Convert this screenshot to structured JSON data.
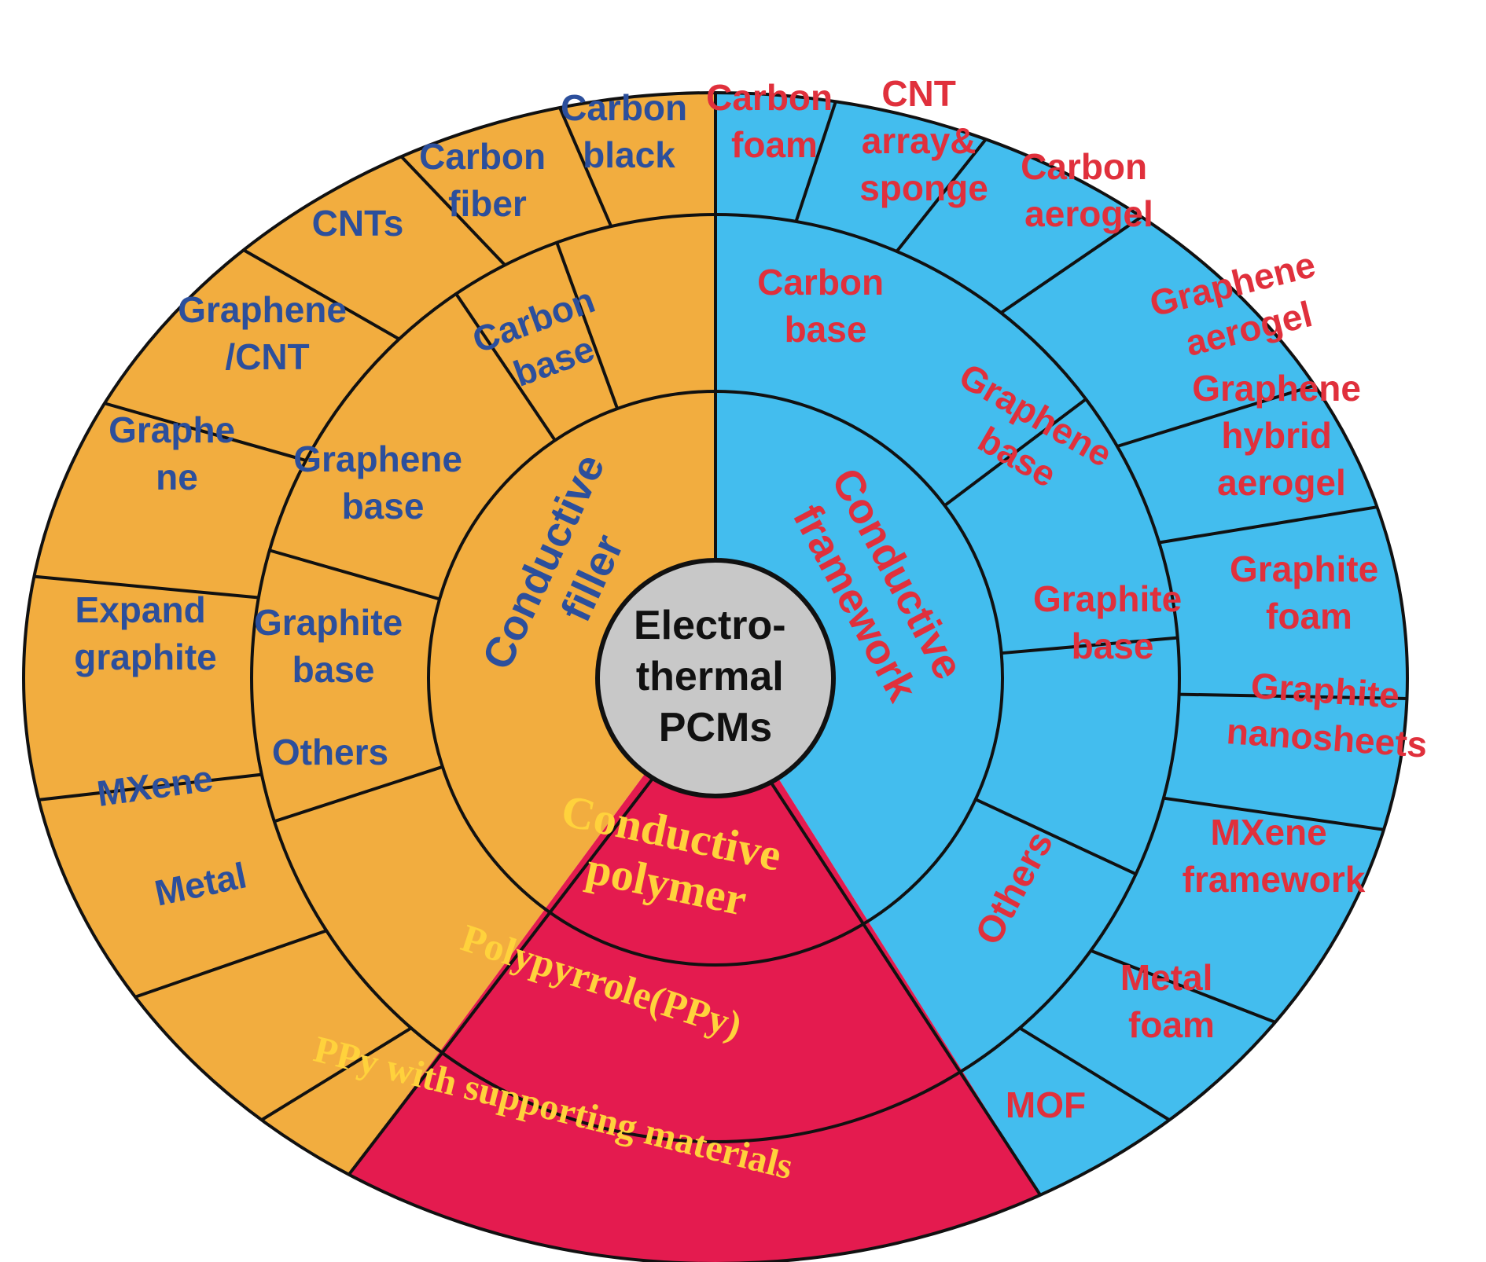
{
  "colors": {
    "filler": "#f2ad3f",
    "framework": "#43bdee",
    "polymer": "#e41b4f",
    "center": "#c8c8c8",
    "text_filler": "#2c4f9c",
    "text_framework": "#e0303c",
    "text_polymer": "#ffd23c",
    "outline": "#111111"
  },
  "center": {
    "lines": [
      "Electro-",
      "thermal",
      "PCMs"
    ]
  },
  "ring1": [
    {
      "id": "conductive-filler",
      "lines": [
        "Conductive",
        "filler"
      ],
      "color": "filler"
    },
    {
      "id": "conductive-framework",
      "lines": [
        "Conductive",
        "framework"
      ],
      "color": "framework"
    },
    {
      "id": "conductive-polymer",
      "lines": [
        "Conductive",
        "polymer"
      ],
      "color": "polymer"
    }
  ],
  "ring2": [
    {
      "id": "carbon-base-filler",
      "lines": [
        "Carbon",
        "base"
      ],
      "group": "filler"
    },
    {
      "id": "graphene-base-filler",
      "lines": [
        "Graphene",
        "base"
      ],
      "group": "filler"
    },
    {
      "id": "graphite-base-filler",
      "lines": [
        "Graphite",
        "base"
      ],
      "group": "filler"
    },
    {
      "id": "others-filler",
      "lines": [
        "Others"
      ],
      "group": "filler"
    },
    {
      "id": "carbon-base-framework",
      "lines": [
        "Carbon",
        "base"
      ],
      "group": "framework"
    },
    {
      "id": "graphene-base-framework",
      "lines": [
        "Graphene",
        "base"
      ],
      "group": "framework"
    },
    {
      "id": "graphite-base-framework",
      "lines": [
        "Graphite",
        "base"
      ],
      "group": "framework"
    },
    {
      "id": "others-framework",
      "lines": [
        "Others"
      ],
      "group": "framework"
    },
    {
      "id": "polypyrrole",
      "lines": [
        "Polypyrrole(PPy)"
      ],
      "group": "polymer"
    }
  ],
  "ring3": [
    {
      "id": "carbon-black",
      "lines": [
        "Carbon",
        "black"
      ],
      "group": "filler"
    },
    {
      "id": "carbon-fiber",
      "lines": [
        "Carbon",
        "fiber"
      ],
      "group": "filler"
    },
    {
      "id": "cnts",
      "lines": [
        "CNTs"
      ],
      "group": "filler"
    },
    {
      "id": "graphene-cnt",
      "lines": [
        "Graphene",
        "/CNT"
      ],
      "group": "filler"
    },
    {
      "id": "graphene",
      "lines": [
        "Graphe",
        "ne"
      ],
      "group": "filler"
    },
    {
      "id": "expand-graphite",
      "lines": [
        "Expand",
        "graphite"
      ],
      "group": "filler"
    },
    {
      "id": "mxene",
      "lines": [
        "MXene"
      ],
      "group": "filler"
    },
    {
      "id": "metal",
      "lines": [
        "Metal"
      ],
      "group": "filler"
    },
    {
      "id": "carbon-foam",
      "lines": [
        "Carbon",
        "foam"
      ],
      "group": "framework"
    },
    {
      "id": "cnt-array-sponge",
      "lines": [
        "CNT",
        "array&",
        "sponge"
      ],
      "group": "framework"
    },
    {
      "id": "carbon-aerogel",
      "lines": [
        "Carbon",
        "aerogel"
      ],
      "group": "framework"
    },
    {
      "id": "graphene-aerogel",
      "lines": [
        "Graphene",
        "aerogel"
      ],
      "group": "framework"
    },
    {
      "id": "graphene-hybrid-aerogel",
      "lines": [
        "Graphene",
        "hybrid",
        "aerogel"
      ],
      "group": "framework"
    },
    {
      "id": "graphite-foam",
      "lines": [
        "Graphite",
        "foam"
      ],
      "group": "framework"
    },
    {
      "id": "graphite-nanosheets",
      "lines": [
        "Graphite",
        "nanosheets"
      ],
      "group": "framework"
    },
    {
      "id": "mxene-framework",
      "lines": [
        "MXene",
        "framework"
      ],
      "group": "framework"
    },
    {
      "id": "metal-foam",
      "lines": [
        "Metal",
        "foam"
      ],
      "group": "framework"
    },
    {
      "id": "mof",
      "lines": [
        "MOF"
      ],
      "group": "framework"
    },
    {
      "id": "ppy-supporting",
      "lines": [
        "PPy with  supporting  materials"
      ],
      "group": "polymer"
    }
  ]
}
